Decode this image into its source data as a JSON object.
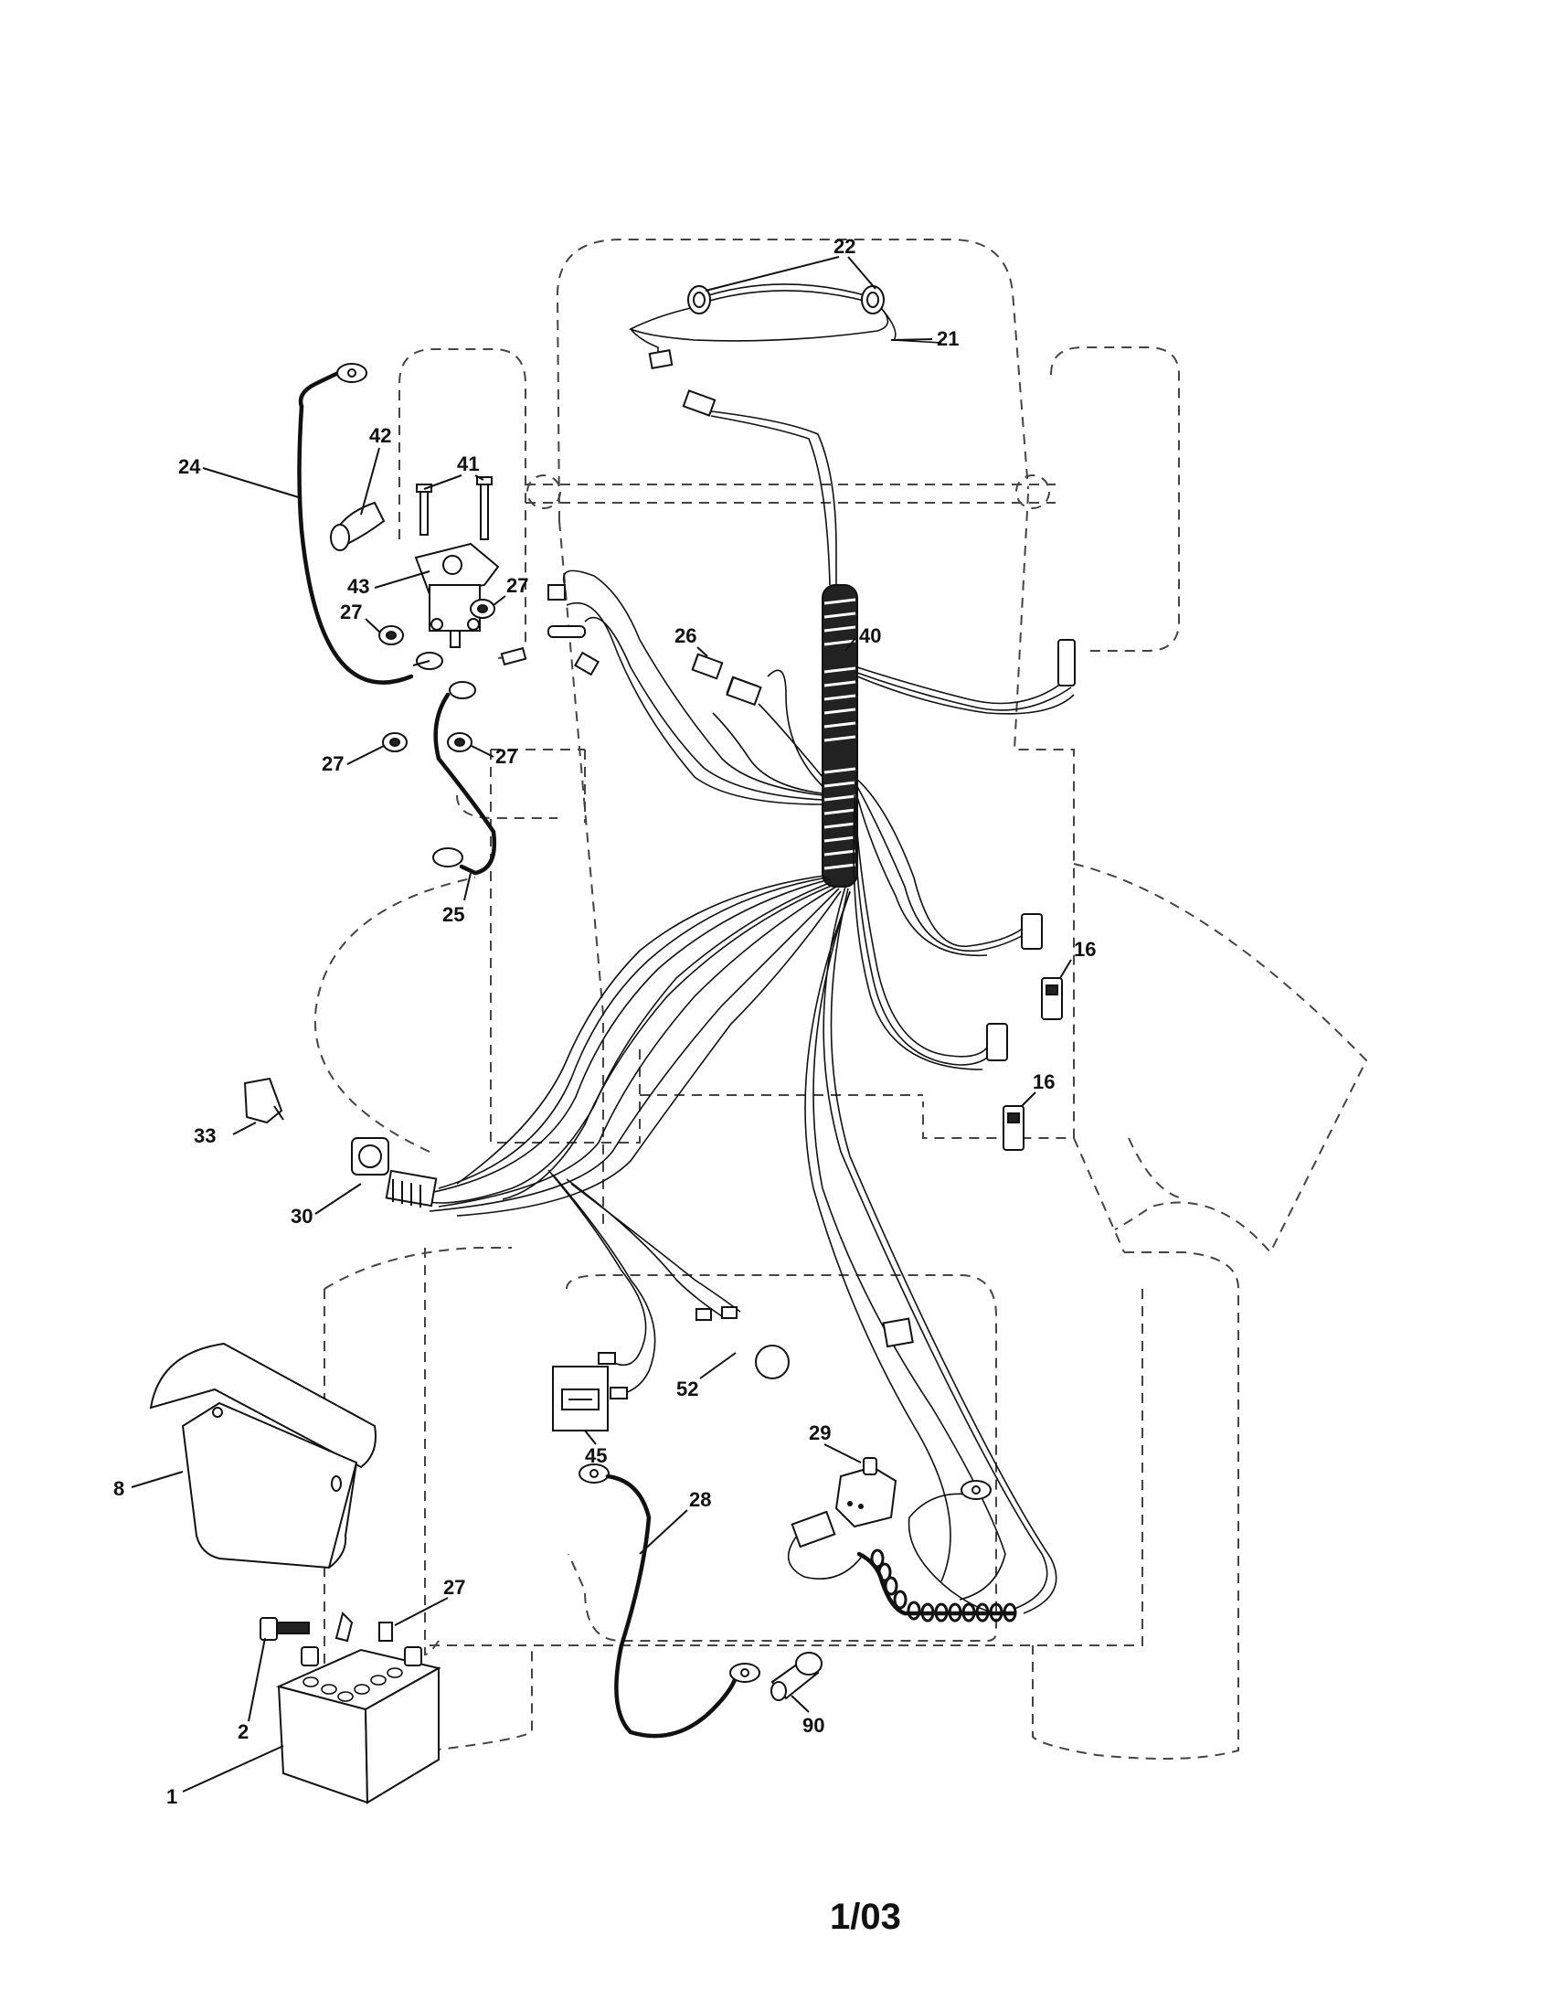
{
  "footer": {
    "code": "1/03"
  },
  "callouts": {
    "c22": "22",
    "c21": "21",
    "c24": "24",
    "c42": "42",
    "c41": "41",
    "c43": "43",
    "c27a": "27",
    "c27b": "27",
    "c27c": "27",
    "c27d": "27",
    "c26": "26",
    "c40": "40",
    "c25": "25",
    "c16a": "16",
    "c16b": "16",
    "c33": "33",
    "c30": "30",
    "c8": "8",
    "c45": "45",
    "c52": "52",
    "c28": "28",
    "c29": "29",
    "c27e": "27",
    "c2": "2",
    "c1": "1",
    "c90": "90"
  }
}
